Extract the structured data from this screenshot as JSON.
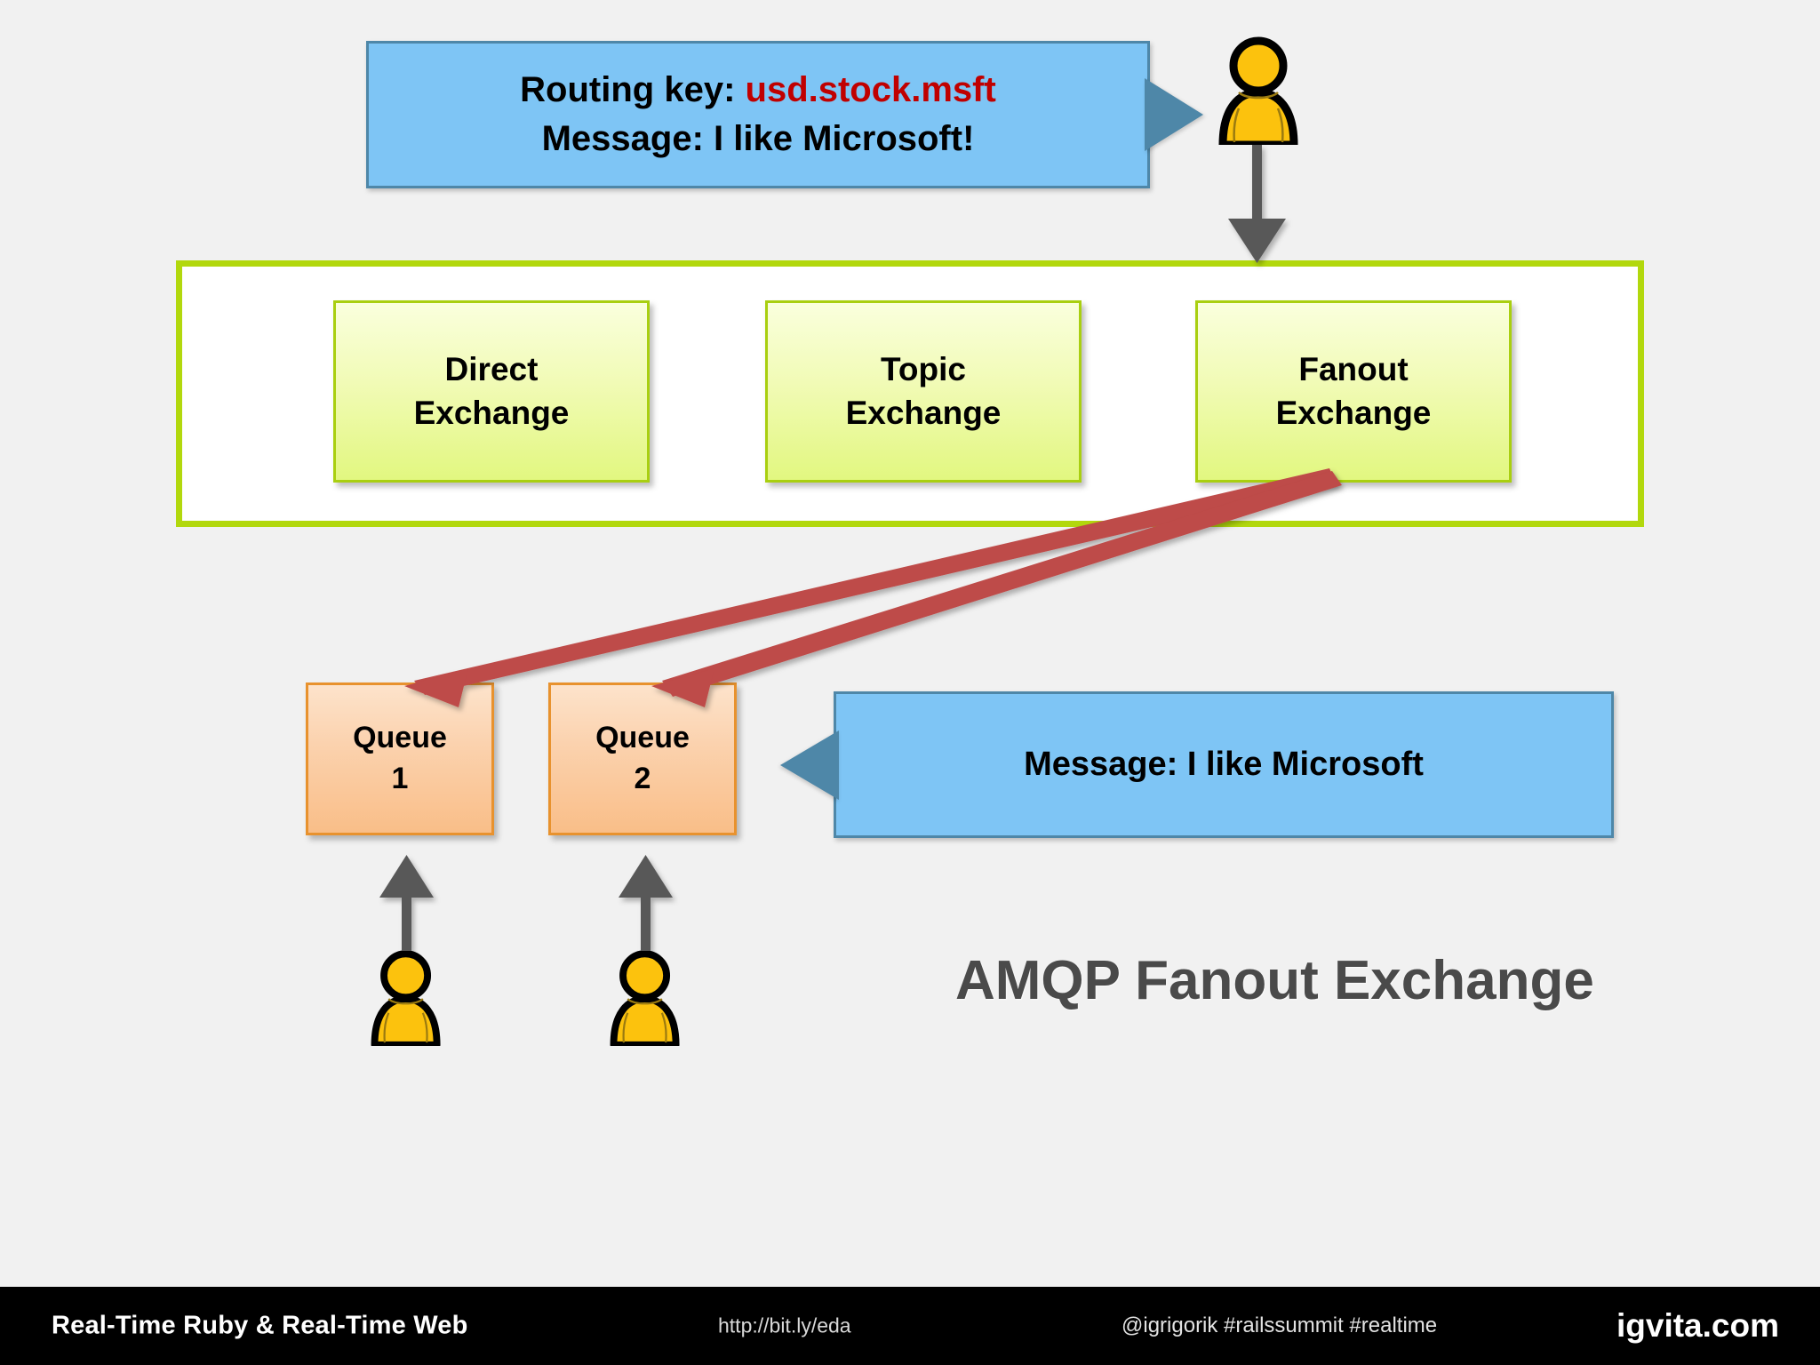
{
  "slide": {
    "title": "AMQP Fanout Exchange",
    "background_color": "#f1f1f1"
  },
  "publisher_callout": {
    "line1_prefix": "Routing key: ",
    "line1_key": "usd.stock.msft",
    "line2": "Message: I like Microsoft!",
    "fill_color": "#7EC5F5",
    "border_color": "#4E87A8",
    "key_color": "#C00000"
  },
  "exchange_container": {
    "border_color": "#B2D80D",
    "fill_color": "#FFFFFF",
    "boxes": [
      {
        "line1": "Direct",
        "line2": "Exchange",
        "name": "direct-exchange"
      },
      {
        "line1": "Topic",
        "line2": "Exchange",
        "name": "topic-exchange"
      },
      {
        "line1": "Fanout",
        "line2": "Exchange",
        "name": "fanout-exchange"
      }
    ]
  },
  "queues": [
    {
      "line1": "Queue",
      "line2": "1"
    },
    {
      "line1": "Queue",
      "line2": "2"
    }
  ],
  "queue_callout": {
    "text": "Message: I like Microsoft",
    "fill_color": "#7EC5F5",
    "border_color": "#4E87A8"
  },
  "actors": {
    "publisher_label": "publisher-person-icon",
    "consumer1_label": "consumer-person-icon",
    "consumer2_label": "consumer-person-icon",
    "person_fill": "#FCC20D",
    "person_outline": "#000000"
  },
  "arrows": {
    "publish_arrow_color": "#595959",
    "binding_arrow_color": "#BE4B48",
    "consume_arrow_color": "#595959"
  },
  "footer": {
    "title": "Real-Time Ruby & Real-Time Web",
    "url": "http://bit.ly/eda",
    "handles": "@igrigorik #railssummit #realtime",
    "brand": "igvita.com",
    "background_color": "#000000"
  }
}
